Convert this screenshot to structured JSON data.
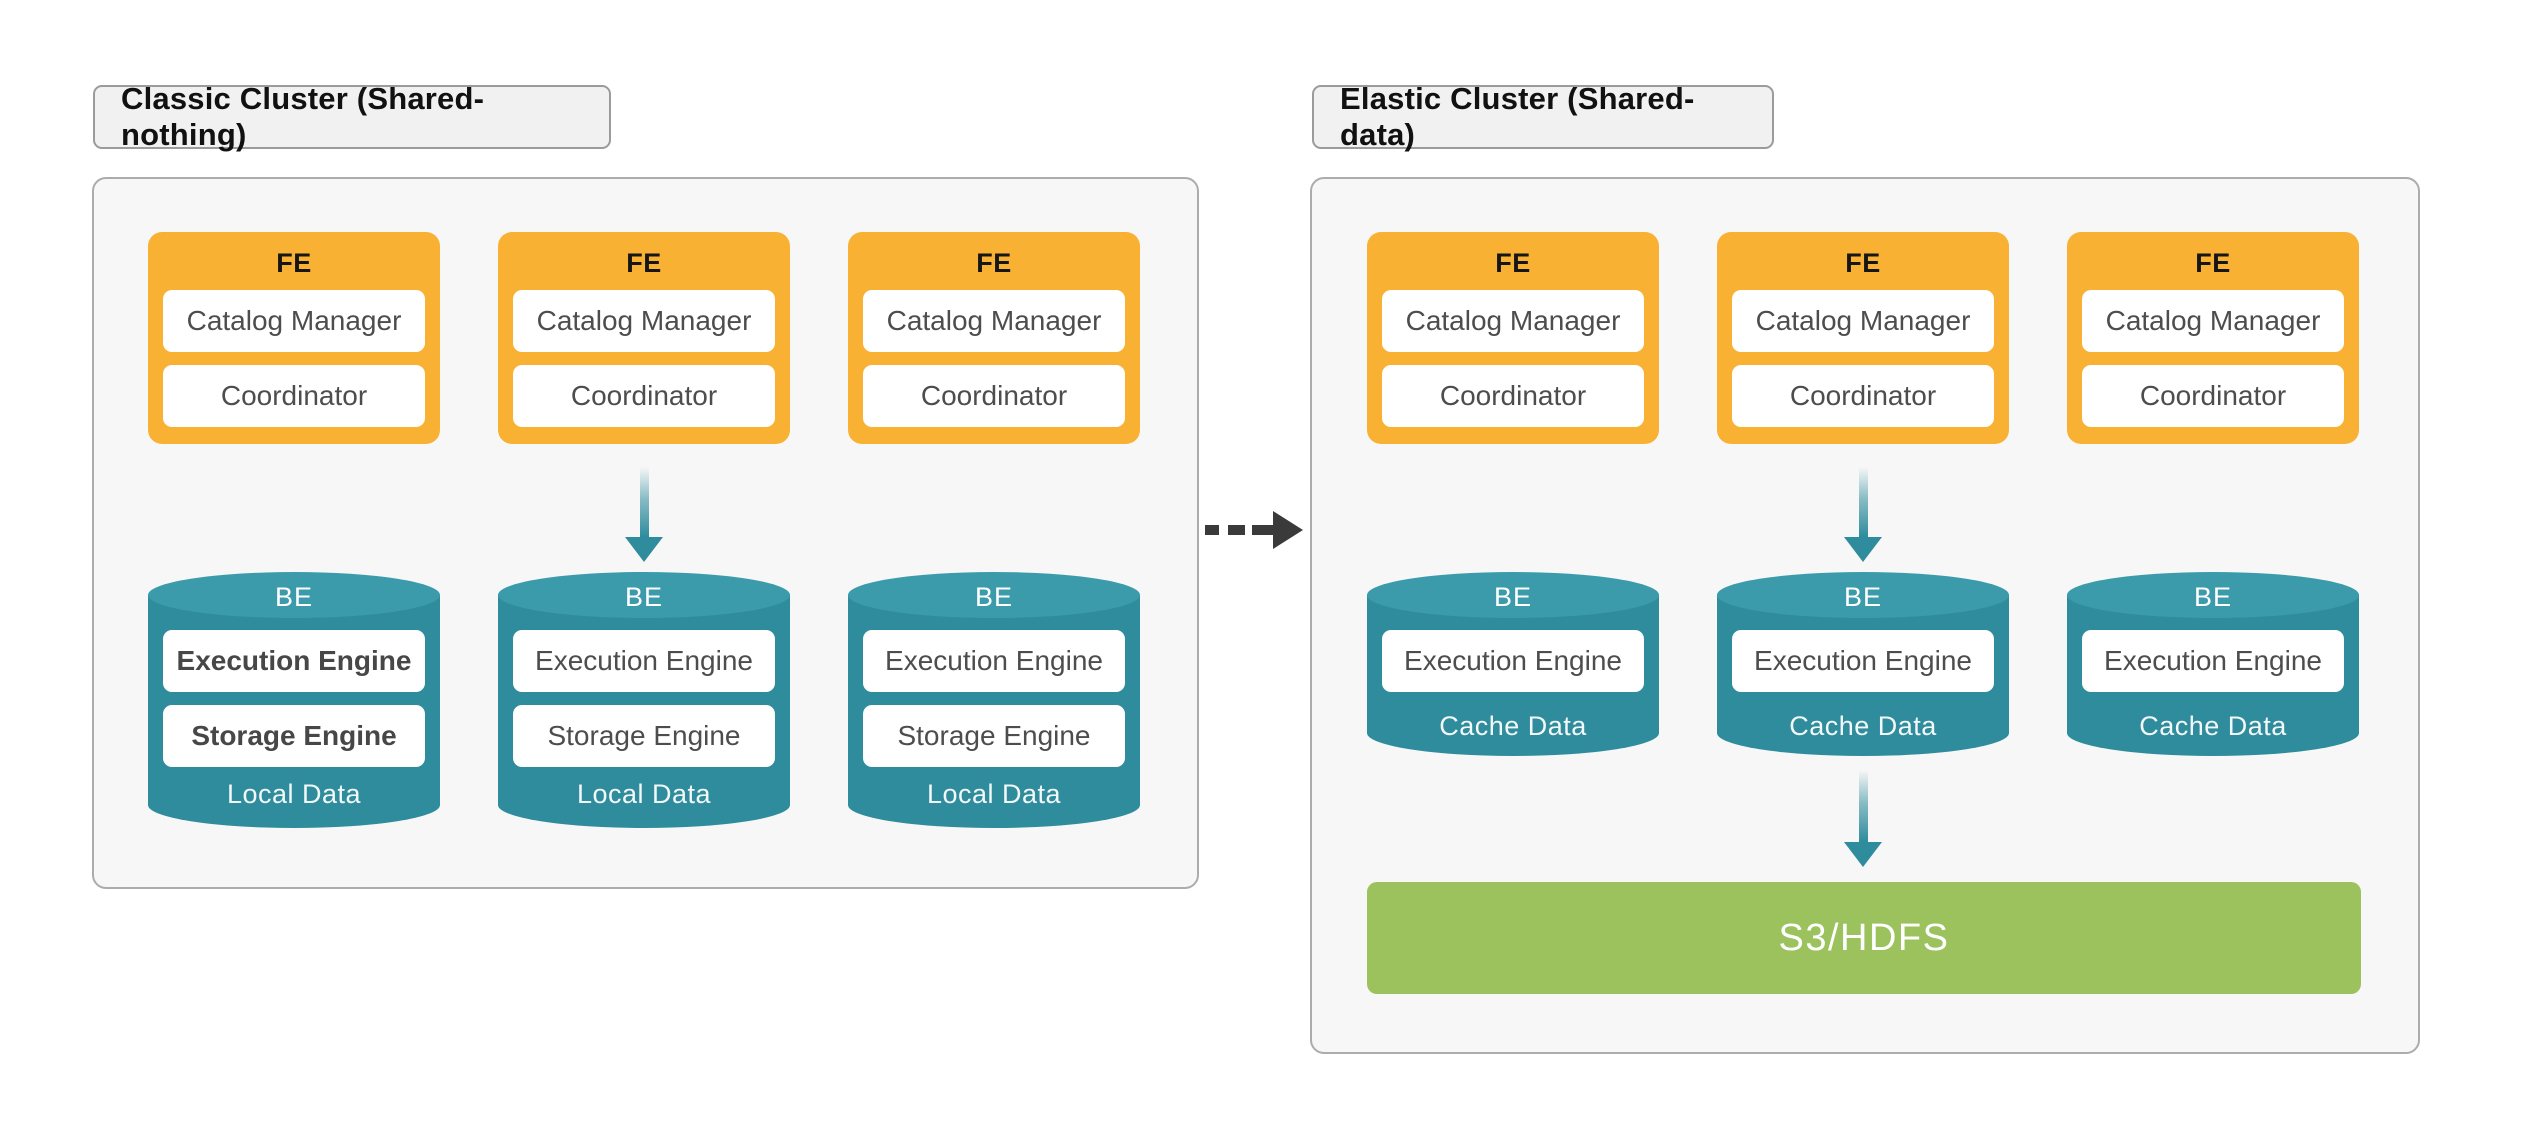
{
  "labels": {
    "left_cluster_title": "Classic Cluster (Shared-nothing)",
    "right_cluster_title": "Elastic Cluster (Shared-data)"
  },
  "fe": {
    "title": "FE",
    "components": [
      "Catalog Manager",
      "Coordinator"
    ]
  },
  "be_shared_nothing": {
    "title": "BE",
    "components": [
      "Execution Engine",
      "Storage Engine"
    ],
    "data_label": "Local Data"
  },
  "be_shared_data": {
    "title": "BE",
    "components": [
      "Execution Engine"
    ],
    "data_label": "Cache Data"
  },
  "storage": {
    "label": "S3/HDFS"
  },
  "colors": {
    "fe_fill": "#F8B133",
    "be_body": "#2F8C9D",
    "be_top": "#3B9BAA",
    "storage_fill": "#9CC25E",
    "arrow": "#2F8C9D",
    "transform_arrow": "#3A3A3A",
    "container_fill": "#F7F7F7",
    "container_border": "#ACACAC",
    "pill_fill": "#F1F1F1",
    "text_dark": "#4D4D4D"
  }
}
